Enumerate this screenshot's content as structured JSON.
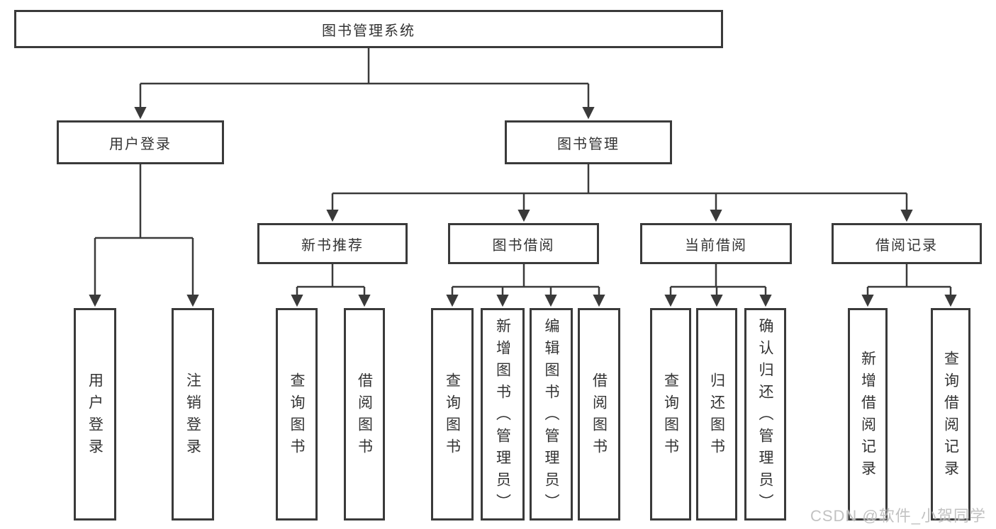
{
  "diagram": {
    "watermark": "CSDN @软件_小贺同学",
    "colors": {
      "line": "#3a3a3a",
      "box_border": "#3a3a3a",
      "text": "#333333",
      "background": "#ffffff",
      "watermark": "#bdbdbd"
    },
    "tree": {
      "root": "图书管理系统",
      "children": [
        {
          "label": "用户登录",
          "children": [
            "用户登录",
            "注销登录"
          ]
        },
        {
          "label": "图书管理",
          "children": [
            {
              "label": "新书推荐",
              "children": [
                "查询图书",
                "借阅图书"
              ]
            },
            {
              "label": "图书借阅",
              "children": [
                "查询图书",
                "新增图书（管理员）",
                "编辑图书（管理员）",
                "借阅图书"
              ]
            },
            {
              "label": "当前借阅",
              "children": [
                "查询图书",
                "归还图书",
                "确认归还（管理员）"
              ]
            },
            {
              "label": "借阅记录",
              "children": [
                "新增借阅记录",
                "查询借阅记录"
              ]
            }
          ]
        }
      ]
    }
  }
}
